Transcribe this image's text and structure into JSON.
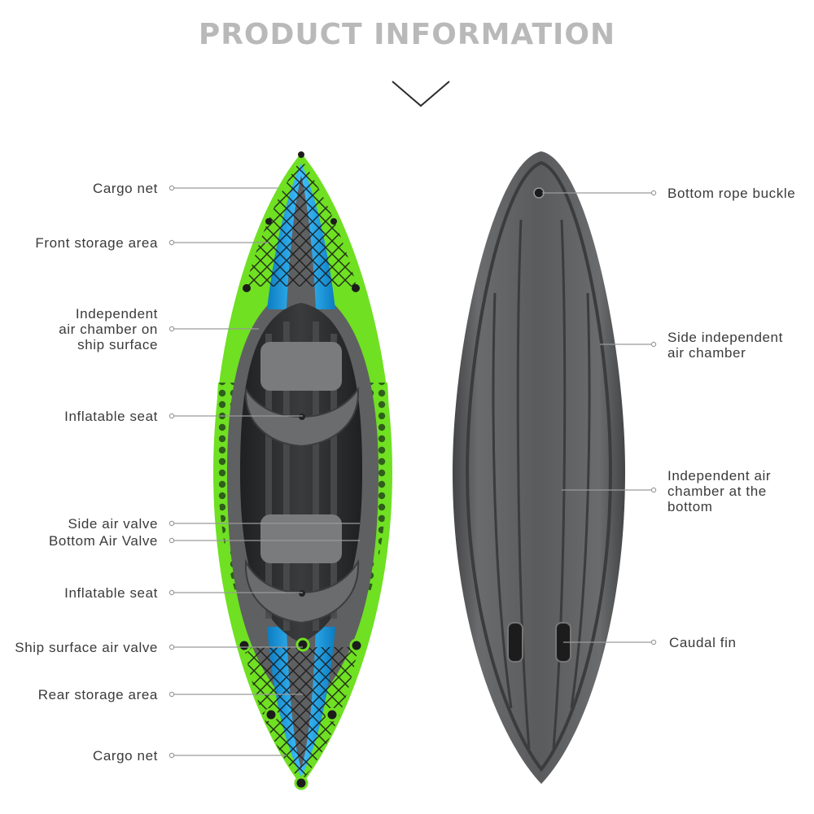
{
  "title": "PRODUCT INFORMATION",
  "colors": {
    "title": "#b9b9b9",
    "kayak_green": "#6fe022",
    "kayak_blue": "#1aa3e8",
    "kayak_gray": "#5f6062",
    "kayak_dark": "#2c2d2f",
    "leader_line": "#9a9a9a"
  },
  "icons": {
    "chevron": "chevron-down-icon"
  },
  "labels_left": [
    {
      "text": "Cargo net"
    },
    {
      "text": "Front storage area"
    },
    {
      "text": "Independent\nair chamber on\nship surface"
    },
    {
      "text": "Inflatable seat"
    },
    {
      "text": "Side air valve"
    },
    {
      "text": "Bottom Air Valve"
    },
    {
      "text": "Inflatable seat"
    },
    {
      "text": "Ship surface air valve"
    },
    {
      "text": "Rear storage area"
    },
    {
      "text": "Cargo net"
    }
  ],
  "labels_right": [
    {
      "text": "Bottom rope buckle"
    },
    {
      "text": "Side independent\nair chamber"
    },
    {
      "text": "Independent air\nchamber at the\nbottom"
    },
    {
      "text": "Caudal fin"
    }
  ]
}
